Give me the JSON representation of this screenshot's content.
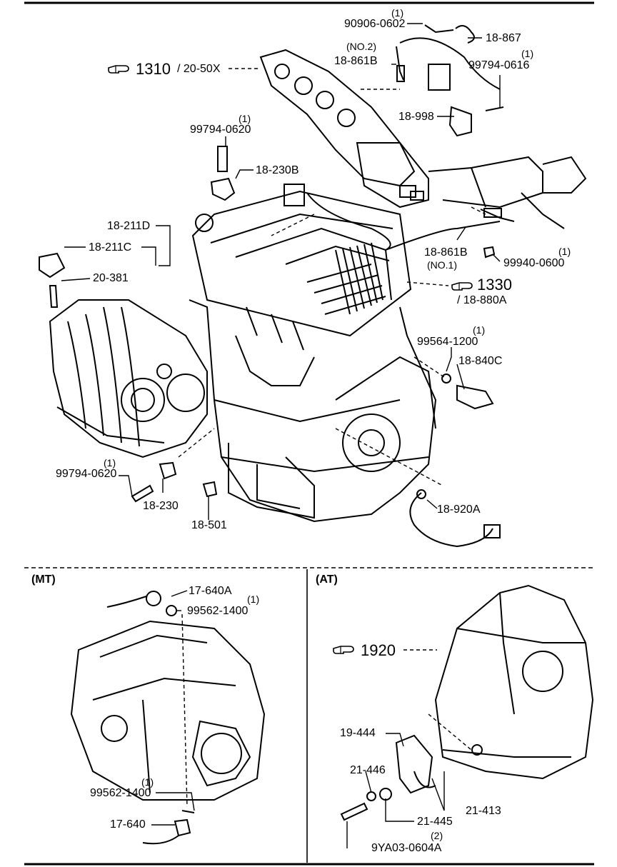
{
  "sections": {
    "mt": "(MT)",
    "at": "(AT)"
  },
  "refs": {
    "r1310": "1310",
    "r1310_sub": "/ 20-50X",
    "r1330": "1330",
    "r1330_sub": "/ 18-880A",
    "r1920": "1920"
  },
  "parts": {
    "p90906": {
      "qty": "(1)",
      "num": "90906-0602"
    },
    "p18867": {
      "num": "18-867"
    },
    "p18861b_no2": {
      "note": "(NO.2)",
      "num": "18-861B"
    },
    "p99794_0616": {
      "qty": "(1)",
      "num": "99794-0616"
    },
    "p18998": {
      "num": "18-998"
    },
    "p99794_0620_top": {
      "qty": "(1)",
      "num": "99794-0620"
    },
    "p18230b": {
      "num": "18-230B"
    },
    "p18211d": {
      "num": "18-211D"
    },
    "p18211c": {
      "num": "18-211C"
    },
    "p20381": {
      "num": "20-381"
    },
    "p18861b_no1": {
      "num": "18-861B",
      "note": "(NO.1)"
    },
    "p99940": {
      "qty": "(1)",
      "num": "99940-0600"
    },
    "p99564": {
      "qty": "(1)",
      "num": "99564-1200"
    },
    "p18840c": {
      "num": "18-840C"
    },
    "p99794_0620_bot": {
      "qty": "(1)",
      "num": "99794-0620"
    },
    "p18230": {
      "num": "18-230"
    },
    "p18501": {
      "num": "18-501"
    },
    "p18920a": {
      "num": "18-920A"
    },
    "p17640a": {
      "num": "17-640A"
    },
    "p99562_top": {
      "qty": "(1)",
      "num": "99562-1400"
    },
    "p99562_bot": {
      "qty": "(1)",
      "num": "99562-1400"
    },
    "p17640": {
      "num": "17-640"
    },
    "p19444": {
      "num": "19-444"
    },
    "p21446": {
      "num": "21-446"
    },
    "p21445": {
      "num": "21-445"
    },
    "p21413": {
      "num": "21-413"
    },
    "p9ya03": {
      "qty": "(2)",
      "num": "9YA03-0604A"
    }
  },
  "icons": {
    "reference": "pointing-hand-icon"
  }
}
